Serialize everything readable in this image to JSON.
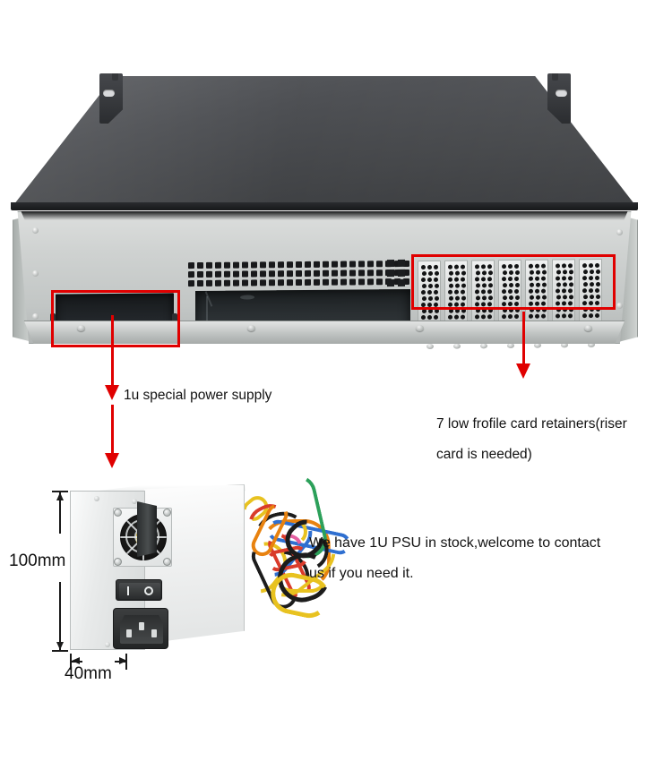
{
  "page": {
    "title": "1U/2U Rackmount Server Chassis Rear View",
    "background_color": "#ffffff",
    "annotation_color": "#e00000"
  },
  "chassis": {
    "name": "rackmount-server-chassis",
    "view": "rear",
    "lid_color": "#45474b",
    "panel_color": "#cfd2d1",
    "expansion_slot_count": 7,
    "psu_bay_label": "psu-bay-opening",
    "io_bay_label": "io-shield-opening",
    "vent_label": "ventilation-grille"
  },
  "annotations": [
    {
      "id": "psu-callout",
      "text": "1u special power supply",
      "target": "psu-bay",
      "color": "#e00000"
    },
    {
      "id": "slots-callout",
      "line1": "7 low frofile card retainers(riser",
      "line2": "card is needed)",
      "target": "expansion-slots",
      "color": "#e00000"
    }
  ],
  "psu": {
    "name": "1u-power-supply-unit",
    "body_color": "#f0f2f2",
    "components": {
      "fan": "cooling-fan",
      "switch": "power-rocker-switch",
      "inlet": "iec-c14-power-inlet",
      "cables": "output-cable-bundle",
      "label": "specification-label",
      "qr": "qr-code-sticker"
    },
    "dimensions": {
      "height": "100mm",
      "width": "40mm"
    }
  },
  "description": {
    "line1": "We have 1U PSU in stock,welcome to contact",
    "line2": "us if you need it."
  }
}
